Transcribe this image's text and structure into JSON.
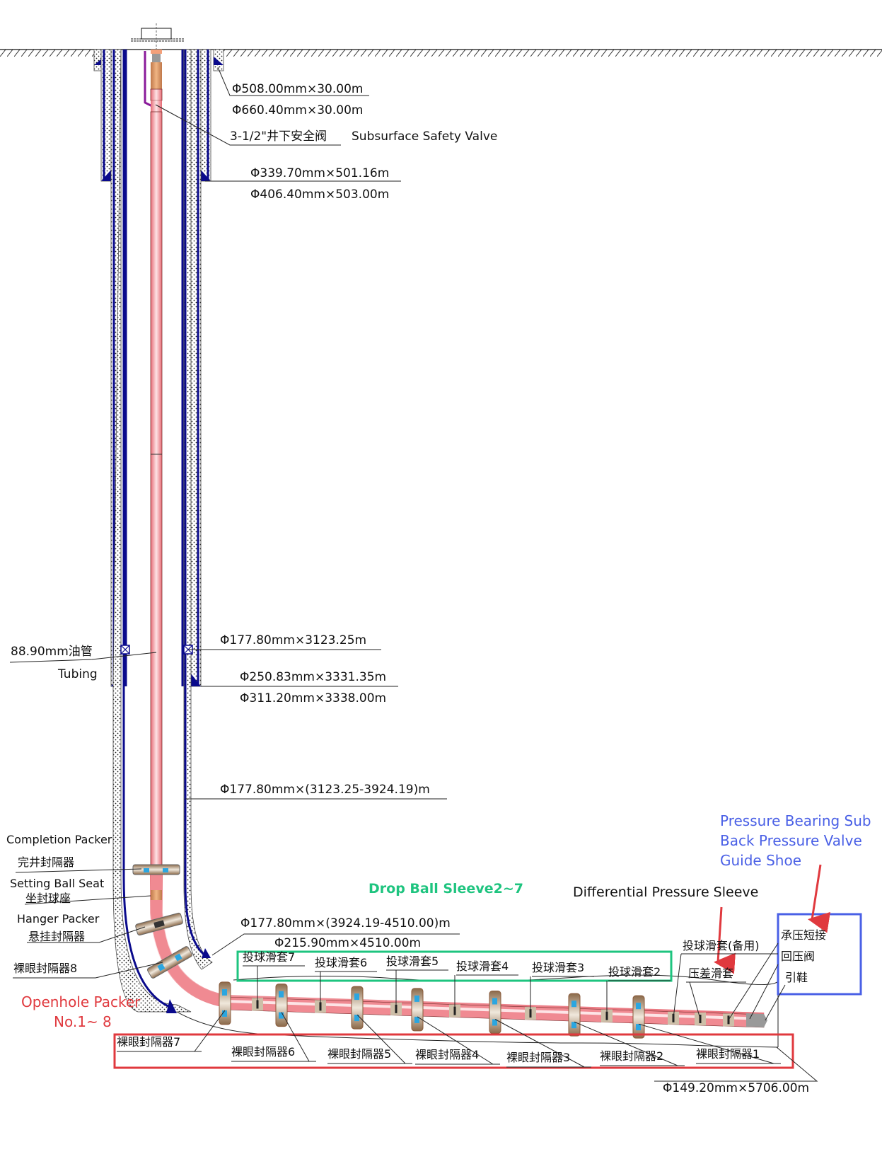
{
  "diagram": {
    "title": "Horizontal well completion schematic",
    "colors": {
      "casing": "#0a0a8c",
      "tubing": "#f08a92",
      "cement": "#f4f4f4",
      "control_line": "#8a1a9a",
      "openhole_box": "#e0393e",
      "drop_ball_box": "#1ec47f",
      "shoe_box": "#4a60e6",
      "arrow": "#e0393e"
    },
    "casing_labels": [
      {
        "id": "conductor-od",
        "text": "Φ508.00mm×30.00m"
      },
      {
        "id": "conductor-hole",
        "text": "Φ660.40mm×30.00m"
      },
      {
        "id": "surface-od",
        "text": "Φ339.70mm×501.16m"
      },
      {
        "id": "surface-hole",
        "text": "Φ406.40mm×503.00m"
      },
      {
        "id": "tieback",
        "text": "Φ177.80mm×3123.25m"
      },
      {
        "id": "intermediate-od",
        "text": "Φ250.83mm×3331.35m"
      },
      {
        "id": "intermediate-hole",
        "text": "Φ311.20mm×3338.00m"
      },
      {
        "id": "liner-upper",
        "text": "Φ177.80mm×(3123.25-3924.19)m"
      },
      {
        "id": "liner-lower",
        "text": "Φ177.80mm×(3924.19-4510.00)m"
      },
      {
        "id": "production-hole",
        "text": "Φ215.90mm×4510.00m"
      },
      {
        "id": "openhole",
        "text": "Φ149.20mm×5706.00m"
      }
    ],
    "components": {
      "ssv_cn": "3-1/2\"井下安全阀",
      "ssv_en": "Subsurface Safety Valve",
      "tubing_cn": "88.90mm油管",
      "tubing_en": "Tubing",
      "completion_packer_en": "Completion Packer",
      "completion_packer_cn": "完井封隔器",
      "setting_ball_seat_en": "Setting Ball Seat",
      "setting_ball_seat_cn": "坐封球座",
      "hanger_packer_en": "Hanger Packer",
      "hanger_packer_cn": "悬挂封隔器",
      "openhole_packer_8": "裸眼封隔器8"
    },
    "openhole_packer_legend": {
      "line1": "Openhole Packer",
      "line2": "No.1~ 8"
    },
    "drop_ball_legend": "Drop Ball Sleeve2~7",
    "differential_legend": "Differential Pressure Sleeve",
    "shoe_legend": [
      "Pressure Bearing Sub",
      "Back Pressure Valve",
      "Guide Shoe"
    ],
    "drop_ball_sleeves": [
      "投球滑套7",
      "投球滑套6",
      "投球滑套5",
      "投球滑套4",
      "投球滑套3",
      "投球滑套2"
    ],
    "spare_sleeve": "投球滑套(备用)",
    "differential_sleeve": "压差滑套",
    "shoe_items": [
      "承压短接",
      "回压阀",
      "引鞋"
    ],
    "openhole_packers": [
      "裸眼封隔器7",
      "裸眼封隔器6",
      "裸眼封隔器5",
      "裸眼封隔器4",
      "裸眼封隔器3",
      "裸眼封隔器2",
      "裸眼封隔器1"
    ]
  }
}
